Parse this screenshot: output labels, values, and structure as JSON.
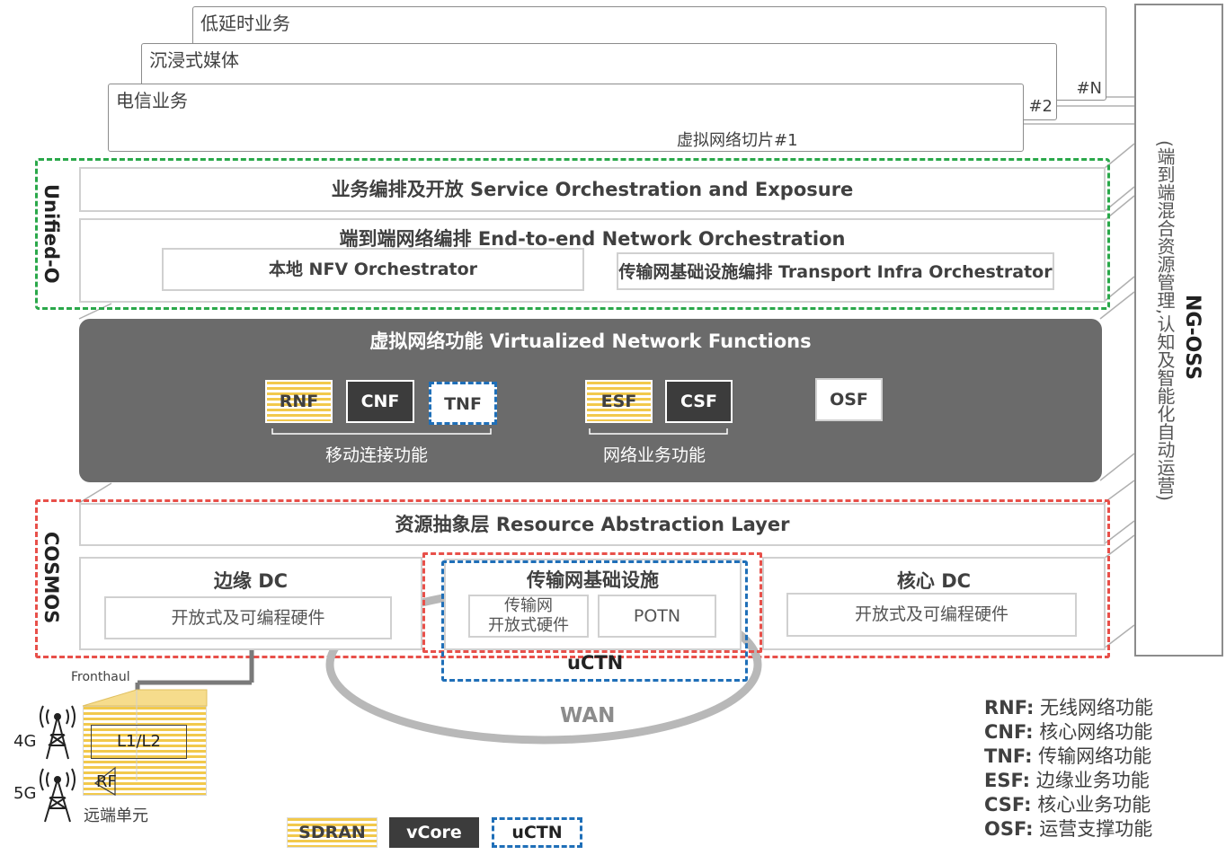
{
  "slices": {
    "low_latency": "低延时业务",
    "immersive": "沉浸式媒体",
    "telecom": "电信业务",
    "slice1_label": "虚拟网络切片#1",
    "tag_2": "#2",
    "tag_n": "#N"
  },
  "unified_o": {
    "label": "Unified-O",
    "service_orch": "业务编排及开放 Service Orchestration and Exposure",
    "e2e_orch": "端到端网络编排 End-to-end Network Orchestration",
    "local_nfvo": "本地 NFV Orchestrator",
    "transport_orch": "传输网基础设施编排 Transport Infra Orchestrator"
  },
  "vnf": {
    "title": "虚拟网络功能 Virtualized Network Functions",
    "rnf": "RNF",
    "cnf": "CNF",
    "tnf": "TNF",
    "esf": "ESF",
    "csf": "CSF",
    "osf": "OSF",
    "mobile_group": "移动连接功能",
    "service_group": "网络业务功能"
  },
  "cosmos": {
    "label": "COSMOS",
    "abstraction": "资源抽象层 Resource Abstraction Layer",
    "edge_dc": "边缘 DC",
    "edge_hw": "开放式及可编程硬件",
    "transport_infra": "传输网基础设施",
    "transport_hw": "传输网\n开放式硬件",
    "potn": "POTN",
    "core_dc": "核心 DC",
    "core_hw": "开放式及可编程硬件",
    "uctn": "uCTN",
    "wan": "WAN"
  },
  "ng_oss": {
    "title": "NG-OSS",
    "subtitle": "(端到端混合资源管理,认知及智能化自动运营)"
  },
  "remote": {
    "fronthaul": "Fronthaul",
    "l1l2": "L1/L2",
    "rf": "RF",
    "g4": "4G",
    "g5": "5G",
    "remote_unit": "远端单元"
  },
  "legend_bottom": {
    "sdran": "SDRAN",
    "vcore": "vCore",
    "uctn": "uCTN"
  },
  "legend_right": [
    {
      "abbr": "RNF:",
      "desc": " 无线网络功能"
    },
    {
      "abbr": "CNF:",
      "desc": " 核心网络功能"
    },
    {
      "abbr": "TNF:",
      "desc": " 传输网络功能"
    },
    {
      "abbr": "ESF:",
      "desc": " 边缘业务功能"
    },
    {
      "abbr": "CSF:",
      "desc": " 核心业务功能"
    },
    {
      "abbr": "OSF:",
      "desc": " 运营支撑功能"
    }
  ],
  "colors": {
    "green_dash": "#2aa84a",
    "red_dash": "#e8504a",
    "blue_dash": "#1f6fb8",
    "vnf_bg": "#6b6b6b",
    "stripe_yellow": "#f2c94c",
    "dark_box": "#3c3c3c"
  }
}
